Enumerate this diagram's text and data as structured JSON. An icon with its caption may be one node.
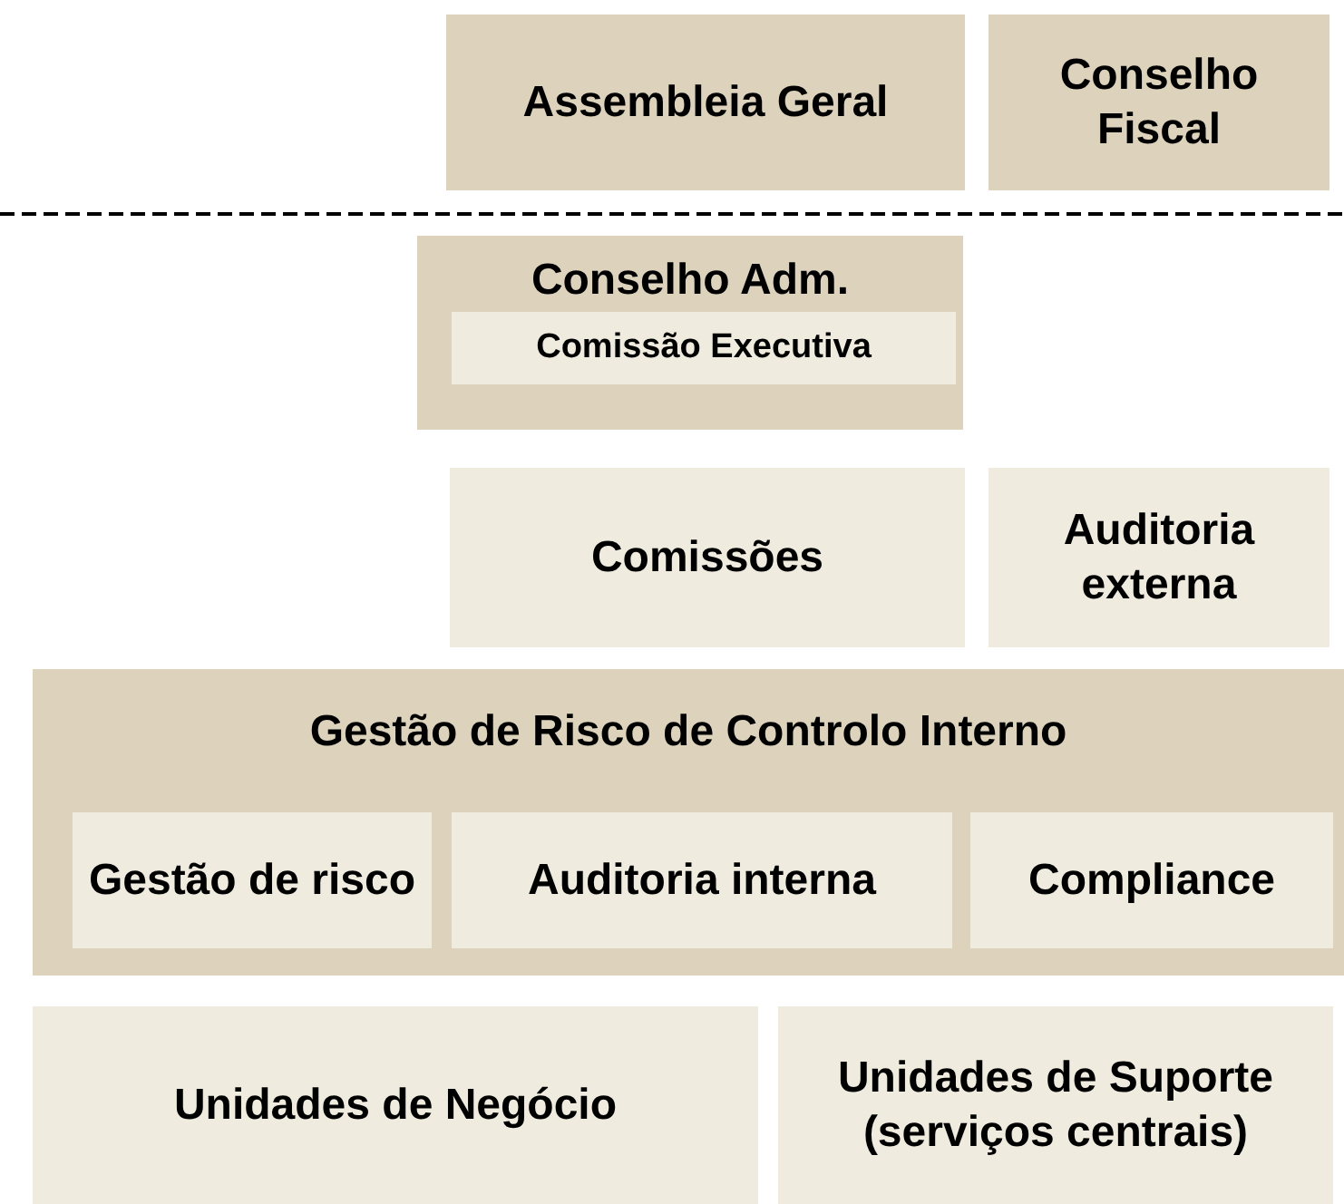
{
  "diagram": {
    "nodes": [
      {
        "text": [
          "Assembleia Geral"
        ]
      },
      {
        "text": [
          "Conselho Fiscal"
        ]
      },
      {
        "text": [
          "Conselho Adm."
        ]
      },
      {
        "text": [
          "Comissão Executiva"
        ],
        "in": 2
      },
      {
        "text": [
          "Comissões"
        ]
      },
      {
        "text": [
          "Auditoria externa"
        ]
      },
      {
        "text": [
          "Gestão de Risco de Controlo Interno"
        ]
      },
      {
        "text": [
          "Gestão de risco"
        ],
        "in": 6
      },
      {
        "text": [
          "Auditoria interna"
        ],
        "in": 6
      },
      {
        "text": [
          "Compliance"
        ],
        "in": 6
      },
      {
        "text": [
          "Unidades de Negócio"
        ]
      },
      {
        "text": [
          "Unidades de Suporte (serviços centrais)"
        ]
      }
    ],
    "edges": []
  }
}
